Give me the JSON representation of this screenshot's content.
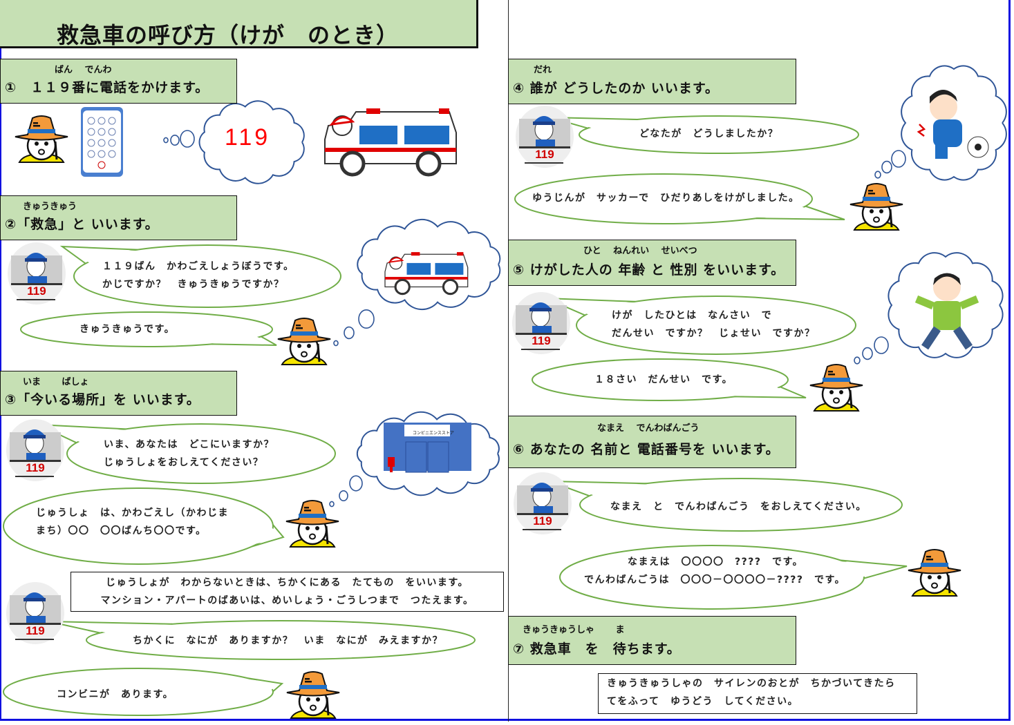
{
  "title": "救急車の呼び方（けが　のとき）",
  "steps": [
    {
      "ruby": "ばん　 でんわ",
      "label": "①　１１９番に電話をかけます。"
    },
    {
      "ruby": "きゅうきゅう",
      "label": "②「救急」と いいます。"
    },
    {
      "ruby": "いま　　 ばしょ",
      "label": "③「今いる場所」を いいます。"
    },
    {
      "ruby": "だれ",
      "label": "④ 誰が どうしたのか いいます。"
    },
    {
      "ruby": "ひと　 ねんれい　 せいべつ",
      "label": "⑤ けがした人の 年齢 と 性別 をいいます。"
    },
    {
      "ruby": "なまえ　 でんわばんごう",
      "label": "⑥ あなたの 名前と 電話番号を いいます。"
    },
    {
      "ruby": "きゅうきゅうしゃ　　 ま",
      "label": "⑦ 救急車　を　待ちます。"
    }
  ],
  "dialog": {
    "s2_operator": [
      "１１９ばん　かわごえしょうぼうです。",
      "かじですか？　きゅうきゅうですか？"
    ],
    "s2_caller": "きゅうきゅうです。",
    "s3_operator": [
      "いま、あなたは　どこにいますか？",
      "じゅうしょをおしえてください？"
    ],
    "s3_caller": [
      "じゅうしょ　は、かわごえし（かわじま",
      "まち）〇〇　〇〇ばんち〇〇です。"
    ],
    "s3_note": [
      "じゅうしょが　わからないときは、ちかくにある　たてもの　をいいます。",
      "マンション・アパートのばあいは、めいしょう・ごうしつまで　つたえます。"
    ],
    "s3_operator2": "ちかくに　なにが　ありますか？　いま　なにが　みえますか？",
    "s3_caller2": "コンビニが　あります。",
    "s4_operator": "どなたが　どうしましたか？",
    "s4_caller": "ゆうじんが　サッカーで　ひだりあしをけがしました。",
    "s5_operator": [
      "けが　したひとは　なんさい　で",
      "だんせい　ですか？　じょせい　ですか？"
    ],
    "s5_caller": "１８さい　だんせい　です。",
    "s6_operator": "なまえ　と　でんわばんごう　をおしえてください。",
    "s6_caller": [
      "なまえは　〇〇〇〇　????　です。",
      "でんわばんごうは　〇〇〇－〇〇〇〇－????　です。"
    ],
    "s7_note": [
      "きゅうきゅうしゃの　サイレンのおとが　ちかづいてきたら",
      "てをふって　ゆうどう　してください。"
    ]
  },
  "figures": {
    "cloud_number": "119",
    "operator_badge": "119",
    "store_sign": "コンビニエンスストア"
  },
  "colors": {
    "header_bg": "#c6e0b4",
    "bubble_stroke": "#70ad47",
    "cloud_stroke": "#2f5597",
    "frame": "#1010e0",
    "ambulance_blue": "#1f6fc5",
    "ambulance_red": "#e00000"
  }
}
